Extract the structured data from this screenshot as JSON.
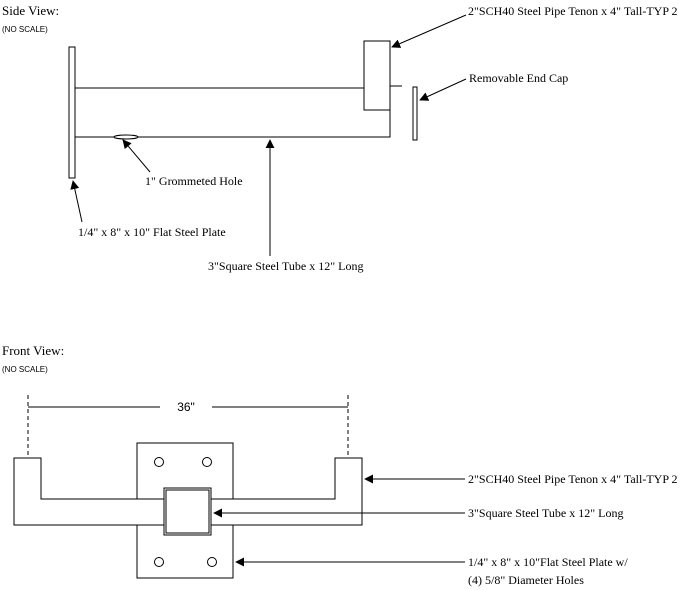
{
  "side_view": {
    "title": "Side View:",
    "scale_note": "(NO SCALE)",
    "labels": {
      "pipe_tenon": "2\"SCH40 Steel Pipe Tenon x 4\" Tall-TYP 2",
      "end_cap": "Removable End Cap",
      "grommeted_hole": "1\" Grommeted Hole",
      "flat_plate": "1/4\" x 8\" x 10\" Flat Steel Plate",
      "square_tube": "3\"Square Steel Tube x 12\" Long"
    }
  },
  "front_view": {
    "title": "Front View:",
    "scale_note": "(NO SCALE)",
    "dimension": "36\"",
    "labels": {
      "pipe_tenon": "2\"SCH40 Steel Pipe Tenon x 4\" Tall-TYP 2",
      "square_tube": "3\"Square Steel Tube x 12\" Long",
      "flat_plate_line1": "1/4\" x 8\" x 10\"Flat Steel Plate w/",
      "flat_plate_line2": "(4) 5/8\" Diameter Holes"
    }
  }
}
